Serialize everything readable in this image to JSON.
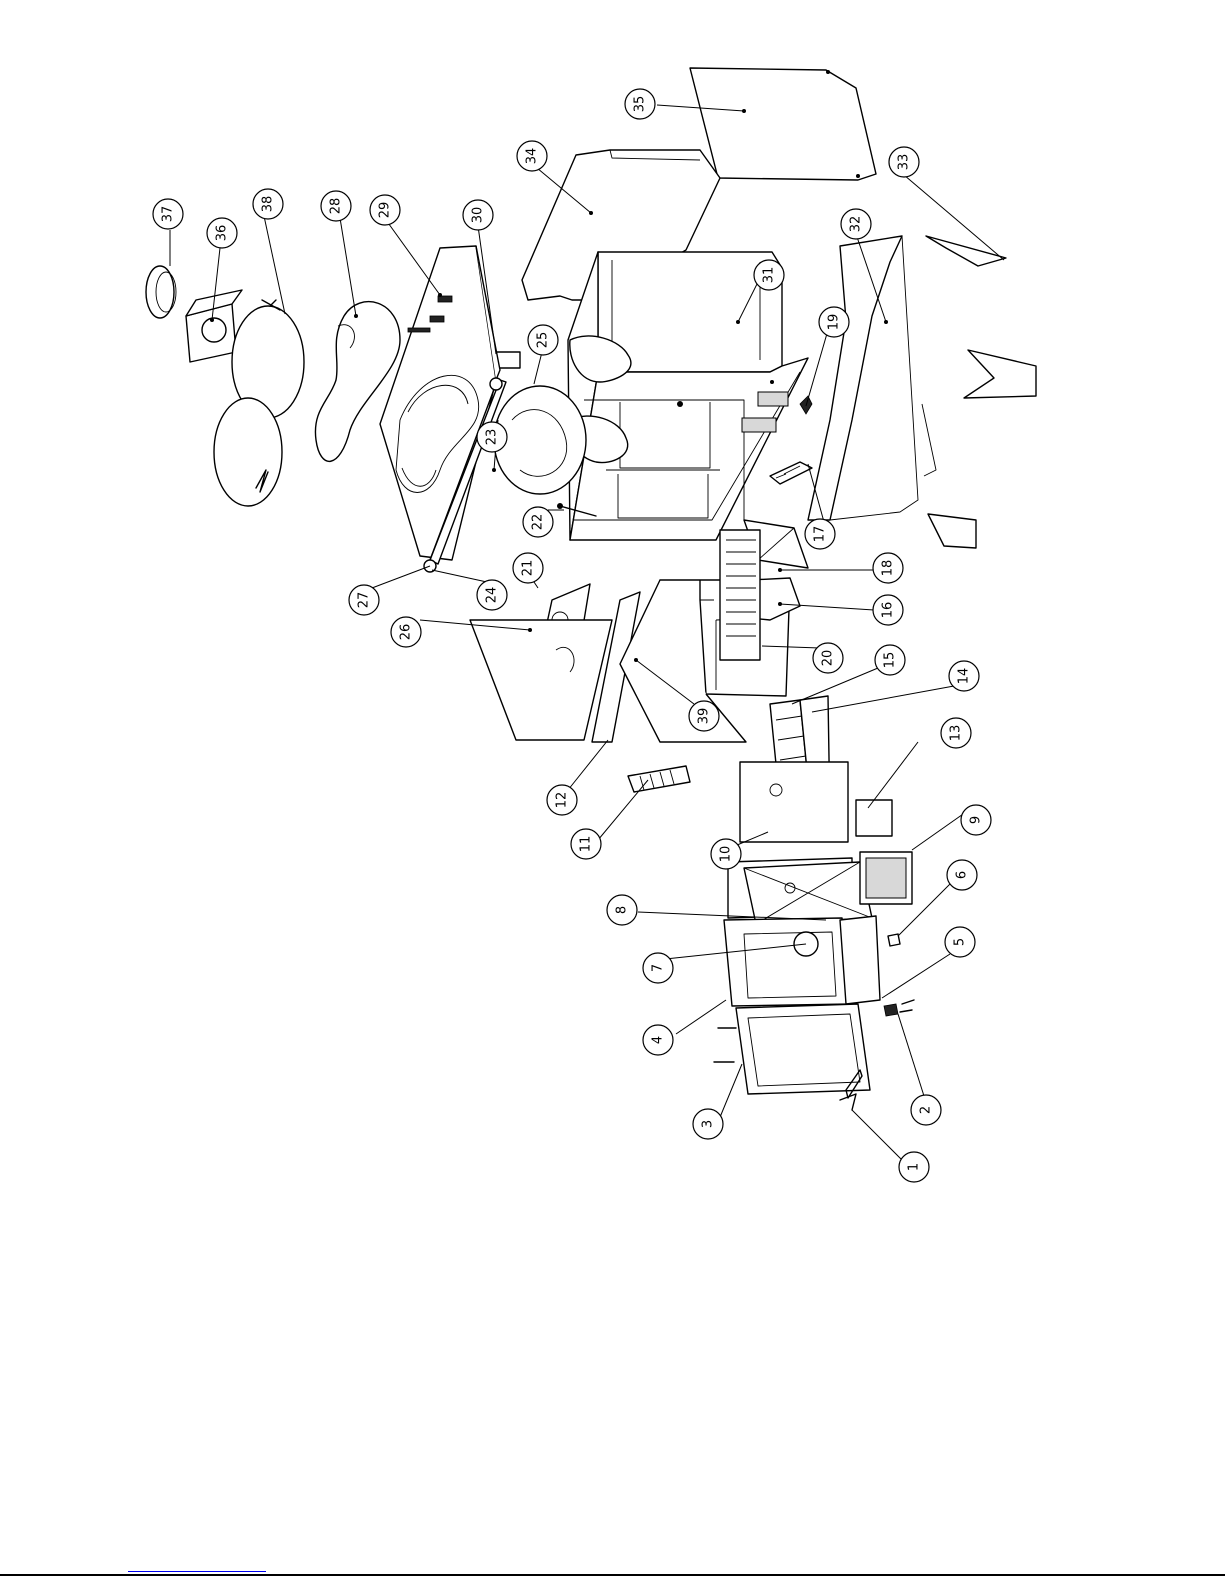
{
  "parts": [
    {
      "id": "1",
      "label": "1"
    },
    {
      "id": "2",
      "label": "2"
    },
    {
      "id": "3",
      "label": "3"
    },
    {
      "id": "4",
      "label": "4"
    },
    {
      "id": "5",
      "label": "5"
    },
    {
      "id": "6",
      "label": "6"
    },
    {
      "id": "7",
      "label": "7"
    },
    {
      "id": "8",
      "label": "8"
    },
    {
      "id": "9",
      "label": "9"
    },
    {
      "id": "10",
      "label": "10"
    },
    {
      "id": "11",
      "label": "11"
    },
    {
      "id": "12",
      "label": "12"
    },
    {
      "id": "13",
      "label": "13"
    },
    {
      "id": "14",
      "label": "14"
    },
    {
      "id": "15",
      "label": "15"
    },
    {
      "id": "16",
      "label": "16"
    },
    {
      "id": "17",
      "label": "17"
    },
    {
      "id": "18",
      "label": "18"
    },
    {
      "id": "19",
      "label": "19"
    },
    {
      "id": "20",
      "label": "20"
    },
    {
      "id": "21",
      "label": "21"
    },
    {
      "id": "22",
      "label": "22"
    },
    {
      "id": "23",
      "label": "23"
    },
    {
      "id": "24",
      "label": "24"
    },
    {
      "id": "25",
      "label": "25"
    },
    {
      "id": "26",
      "label": "26"
    },
    {
      "id": "27",
      "label": "27"
    },
    {
      "id": "28",
      "label": "28"
    },
    {
      "id": "29",
      "label": "29"
    },
    {
      "id": "30",
      "label": "30"
    },
    {
      "id": "31",
      "label": "31"
    },
    {
      "id": "32",
      "label": "32"
    },
    {
      "id": "33",
      "label": "33"
    },
    {
      "id": "34",
      "label": "34"
    },
    {
      "id": "35",
      "label": "35"
    },
    {
      "id": "36",
      "label": "36"
    },
    {
      "id": "37",
      "label": "37"
    },
    {
      "id": "38",
      "label": "38"
    },
    {
      "id": "39",
      "label": "39"
    }
  ]
}
